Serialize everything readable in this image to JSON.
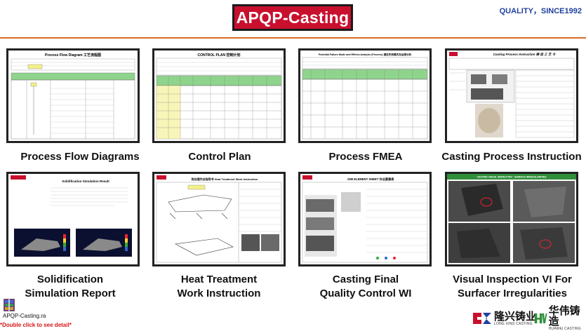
{
  "header": {
    "title": "APQP-Casting",
    "tagline": "QUALITY，SINCE1992"
  },
  "documents": [
    {
      "caption_lines": [
        "Process Flow Diagrams"
      ],
      "thumb_title": "Process Flow Diagram 工艺流程图"
    },
    {
      "caption_lines": [
        "Control Plan"
      ],
      "thumb_title": "CONTROL PLAN 控制计划"
    },
    {
      "caption_lines": [
        "Process FMEA"
      ],
      "thumb_title": "Potential Failure Mode and Effects Analysis (Process) 潜在失效模式及后果分析"
    },
    {
      "caption_lines": [
        "Casting Process Instruction"
      ],
      "thumb_title": "Casting Process Instruction 铸 造 工 艺 卡"
    },
    {
      "caption_lines": [
        "Solidification",
        "Simulation Report"
      ],
      "thumb_title": "Solidification Simulation Result"
    },
    {
      "caption_lines": [
        "Heat Treatment",
        "Work Instruction"
      ],
      "thumb_title": "热处理作业指导书 Heat Treatment Work Instruction"
    },
    {
      "caption_lines": [
        "Casting Final",
        "Quality Control WI"
      ],
      "thumb_title": "JOB ELEMENT SHEET 作业要素表"
    },
    {
      "caption_lines": [
        "Visual Inspection VI For",
        "Surfacer Irregularities"
      ],
      "thumb_title": "CASTING VISUAL INSPECTION - SURFACE IRREGULARITIES"
    }
  ],
  "attachment": {
    "file_name": "APQP-Casting.ra",
    "hint": "*Double click to see detail*"
  },
  "logos": [
    {
      "name_cn": "隆兴铸业",
      "name_en": "LONG XING CASTING"
    },
    {
      "name_cn": "华伟铸造",
      "name_en": "HUAWEI CASTING"
    }
  ],
  "colors": {
    "title_red": "#c8102e",
    "tagline_blue": "#1f3f9f",
    "rule_orange": "#d96a2b",
    "table_green": "#8fd48c",
    "table_yellow": "#f4ef8a",
    "hint_red": "#d81414"
  }
}
